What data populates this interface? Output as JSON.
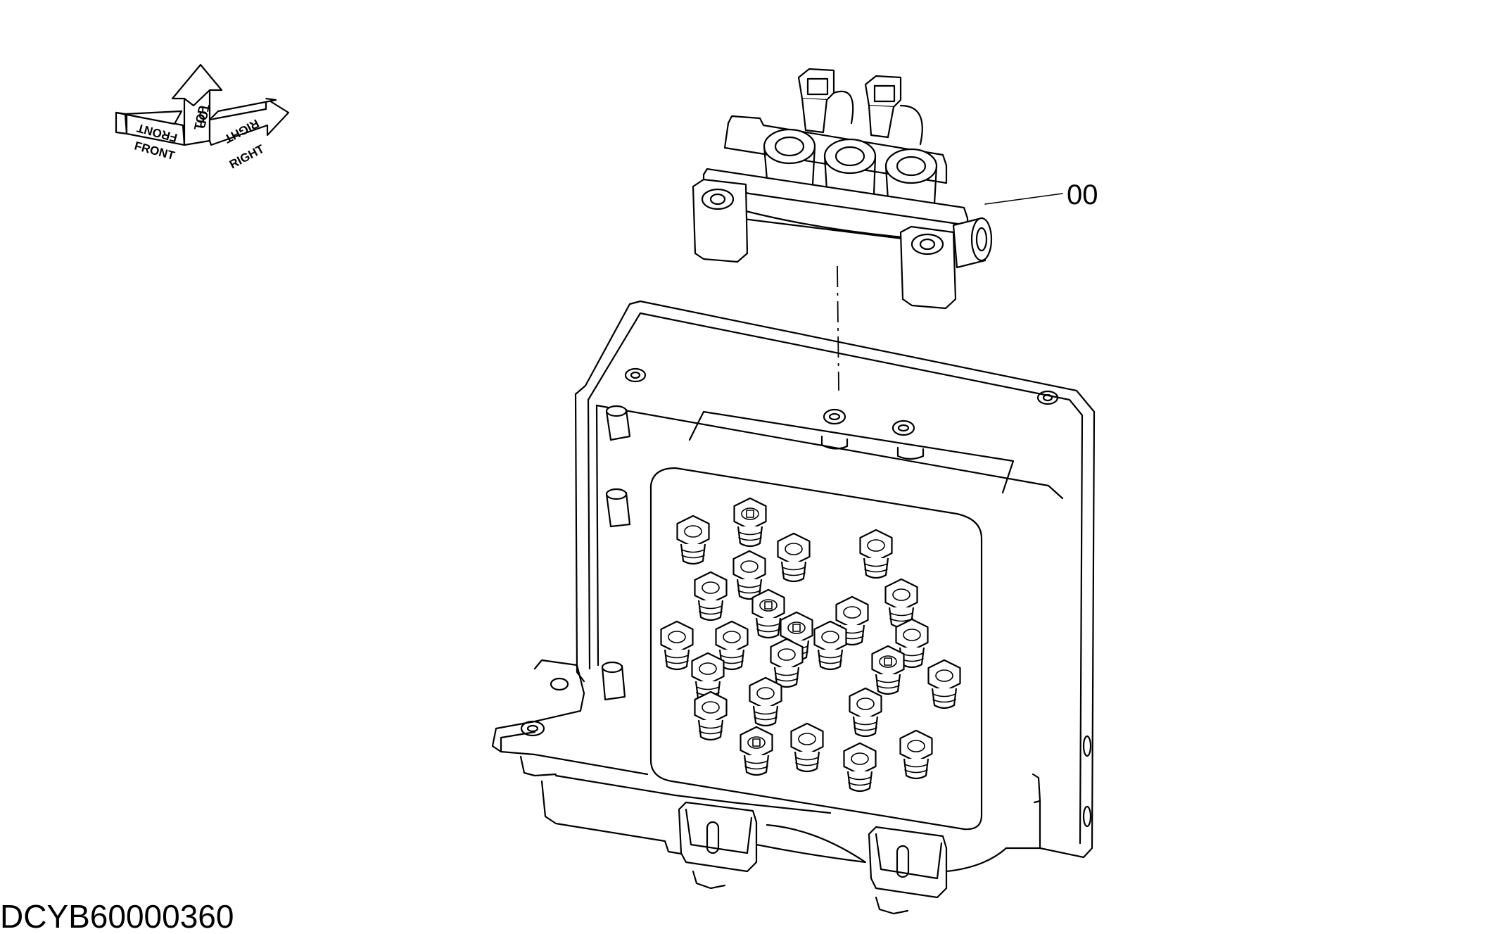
{
  "diagram": {
    "part_callout": "00",
    "drawing_code": "DCYB60000360",
    "orientation": {
      "front_label": "FRONT",
      "top_label": "TOP",
      "right_label": "RIGHT"
    },
    "icons": [
      "orientation-arrows-icon",
      "solenoid-valve-icon",
      "valve-block-icon"
    ]
  }
}
